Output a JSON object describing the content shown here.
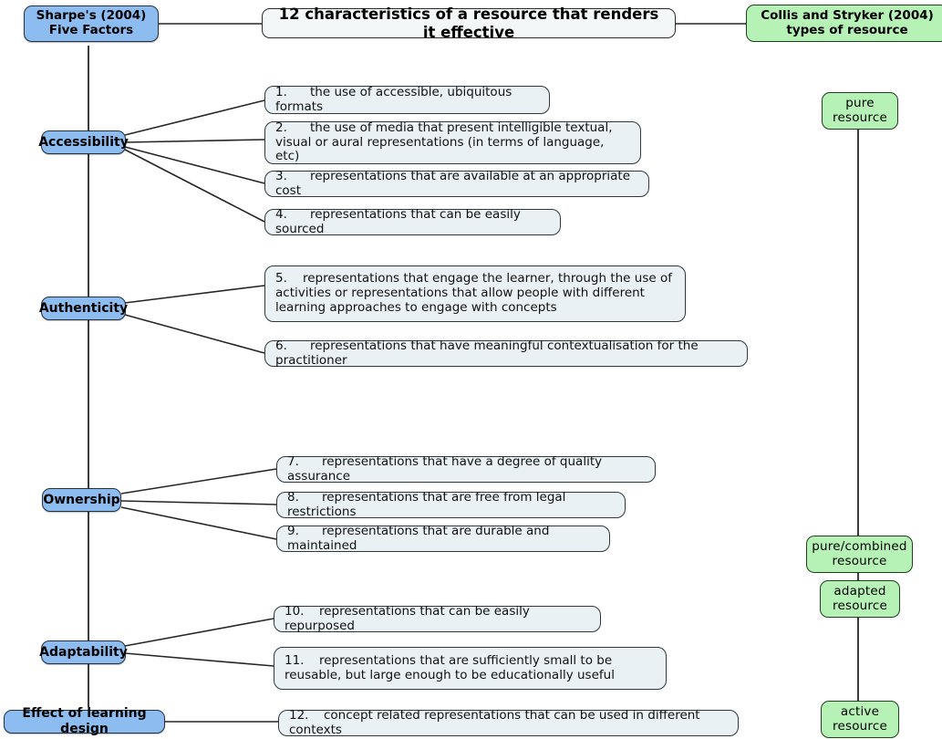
{
  "diagram": {
    "title_center": "12 characteristics of a resource that renders it effective",
    "left_header": "Sharpe's (2004)\nFive Factors",
    "left_header_line1": "Sharpe's (2004)",
    "left_header_line2": "Five Factors",
    "right_header_line1": "Collis and Stryker (2004)",
    "right_header_line2": "types of resource"
  },
  "factors": [
    {
      "id": "accessibility",
      "label": "Accessibility"
    },
    {
      "id": "authenticity",
      "label": "Authenticity"
    },
    {
      "id": "ownership",
      "label": "Ownership"
    },
    {
      "id": "adaptability",
      "label": "Adaptability"
    },
    {
      "id": "effect-of-learning-design",
      "label": "Effect of learning design"
    }
  ],
  "characteristics": [
    {
      "num": "1.",
      "text": "the use of accessible, ubiquitous formats"
    },
    {
      "num": "2.",
      "text": "the use of media that present intelligible textual, visual or aural representations (in terms of language, etc)"
    },
    {
      "num": "3.",
      "text": "representations that are available at an appropriate cost"
    },
    {
      "num": "4.",
      "text": "representations that can be easily sourced"
    },
    {
      "num": "5.",
      "text": "representations that engage the learner, through the use of activities or representations that allow people with different learning approaches to engage with concepts"
    },
    {
      "num": "6.",
      "text": "representations that have meaningful contextualisation for the practitioner"
    },
    {
      "num": "7.",
      "text": "representations that have a degree of quality assurance"
    },
    {
      "num": "8.",
      "text": "representations that are free from legal restrictions"
    },
    {
      "num": "9.",
      "text": "representations that are durable and maintained"
    },
    {
      "num": "10.",
      "text": "representations that can be easily repurposed"
    },
    {
      "num": "11.",
      "text": "representations that are sufficiently small to be reusable, but large enough to be educationally useful"
    },
    {
      "num": "12.",
      "text": "concept related representations that can be used in different contexts"
    }
  ],
  "resource_types": [
    {
      "id": "pure-resource",
      "line1": "pure",
      "line2": "resource"
    },
    {
      "id": "pure-combined-resource",
      "line1": "pure/combined",
      "line2": "resource"
    },
    {
      "id": "adapted-resource",
      "line1": "adapted",
      "line2": "resource"
    },
    {
      "id": "active-resource",
      "line1": "active",
      "line2": "resource"
    }
  ],
  "colors": {
    "blue_fill": "#8cbcf0",
    "green_fill": "#b6f2b6",
    "item_fill": "#eaf1f4",
    "title_fill": "#f4f7f8",
    "line": "#262626"
  }
}
